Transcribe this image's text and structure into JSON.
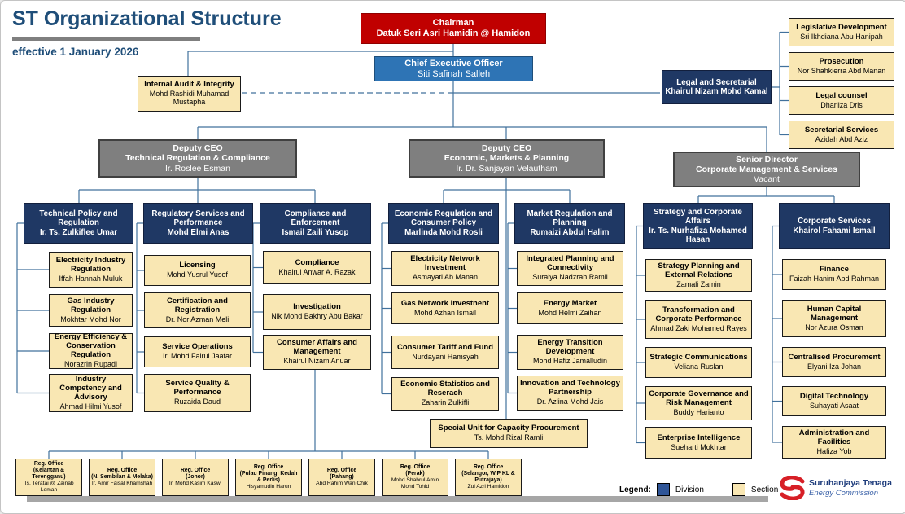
{
  "page": {
    "title": "ST Organizational Structure",
    "effective_date": "effective 1 January 2026"
  },
  "legend": {
    "label": "Legend:",
    "division": "Division",
    "section": "Section"
  },
  "logo": {
    "name": "Suruhanjaya Tenaga",
    "subtitle": "Energy Commission"
  },
  "colors": {
    "chairman_red": "#C00000",
    "ceo_blue": "#2E74B5",
    "division_navy": "#1F3864",
    "section_yellow": "#F9E7B3",
    "management_gray": "#7F7F7F",
    "connector_blue": "#41719C",
    "title_navy": "#1F4E79",
    "logo_red": "#D71F26"
  },
  "nodes": {
    "chairman": {
      "title": "Chairman",
      "name": "Datuk Seri Asri Hamidin @ Hamidon"
    },
    "ceo": {
      "title": "Chief Executive Officer",
      "name": "Siti Safinah Salleh"
    },
    "internal_audit": {
      "title": "Internal Audit & Integrity",
      "name": "Mohd Rashidi Muhamad Mustapha"
    },
    "legal": {
      "title": "Legal and Secretarial",
      "name": "Khairul Nizam Mohd Kamal"
    },
    "legal_sections": [
      {
        "title": "Legislative Development",
        "name": "Sri Ikhdiana Abu Hanipah"
      },
      {
        "title": "Prosecution",
        "name": "Nor Shahkierra Abd Manan"
      },
      {
        "title": "Legal counsel",
        "name": "Dharliza Dris"
      },
      {
        "title": "Secretarial Services",
        "name": "Azidah Abd Aziz"
      }
    ],
    "executives": [
      {
        "title": "Deputy CEO",
        "division": "Technical Regulation & Compliance",
        "name": "Ir. Roslee Esman"
      },
      {
        "title": "Deputy CEO",
        "division": "Economic, Markets & Planning",
        "name": "Ir. Dr. Sanjayan Velautham"
      },
      {
        "title": "Senior Director",
        "division": "Corporate Management & Services",
        "name": "Vacant"
      }
    ],
    "columns": [
      {
        "division": {
          "title": "Technical Policy and Regulation",
          "name": "Ir. Ts. Zulkiflee Umar"
        },
        "sections": [
          {
            "title": "Electricity Industry Regulation",
            "name": "Iffah Hannah Muluk"
          },
          {
            "title": "Gas Industry Regulation",
            "name": "Mokhtar Mohd Nor"
          },
          {
            "title": "Energy Efficiency & Conservation Regulation",
            "name": "Norazrin Rupadi"
          },
          {
            "title": "Industry Competency and Advisory",
            "name": "Ahmad Hilmi Yusof"
          }
        ]
      },
      {
        "division": {
          "title": "Regulatory Services and Performance",
          "name": "Mohd Elmi Anas"
        },
        "sections": [
          {
            "title": "Licensing",
            "name": "Mohd Yusrul Yusof"
          },
          {
            "title": "Certification and Registration",
            "name": "Dr. Nor Azman Meli"
          },
          {
            "title": "Service Operations",
            "name": "Ir. Mohd Fairul Jaafar"
          },
          {
            "title": "Service Quality & Performance",
            "name": "Ruzaida Daud"
          }
        ]
      },
      {
        "division": {
          "title": "Compliance and Enforcement",
          "name": "Ismail Zaili Yusop"
        },
        "sections": [
          {
            "title": "Compliance",
            "name": "Khairul Anwar A. Razak"
          },
          {
            "title": "Investigation",
            "name": "Nik Mohd Bakhry Abu Bakar"
          },
          {
            "title": "Consumer Affairs and Management",
            "name": "Khairul Nizam Anuar"
          }
        ]
      },
      {
        "division": {
          "title": "Economic Regulation and Consumer Policy",
          "name": "Marlinda Mohd Rosli"
        },
        "sections": [
          {
            "title": "Electricity Network Investment",
            "name": "Asmayati Ab Manan"
          },
          {
            "title": "Gas Network Investnent",
            "name": "Mohd Azhan Ismail"
          },
          {
            "title": "Consumer Tariff and Fund",
            "name": "Nurdayani Hamsyah"
          },
          {
            "title": "Economic Statistics and Reserach",
            "name": "Zaharin Zulkifli"
          }
        ]
      },
      {
        "division": {
          "title": "Market Regulation and Planning",
          "name": "Rumaizi Abdul Halim"
        },
        "sections": [
          {
            "title": "Integrated Planning and Connectivity",
            "name": "Suraiya Nadzrah Ramli"
          },
          {
            "title": "Energy Market",
            "name": "Mohd Helmi Zaihan"
          },
          {
            "title": "Energy Transition Development",
            "name": "Mohd Hafiz Jamalludin"
          },
          {
            "title": "Innovation and Technology Partnership",
            "name": "Dr. Azlina Mohd Jais"
          }
        ]
      },
      {
        "division": {
          "title": "Strategy and Corporate Affairs",
          "name": "Ir. Ts. Nurhafiza Mohamed Hasan"
        },
        "sections": [
          {
            "title": "Strategy Planning and External Relations",
            "name": "Zamali Zamin"
          },
          {
            "title": "Transformation and Corporate Performance",
            "name": "Ahmad Zaki Mohamed Rayes"
          },
          {
            "title": "Strategic Communications",
            "name": "Veliana Ruslan"
          },
          {
            "title": "Corporate Governance and Risk Management",
            "name": "Buddy Harianto"
          },
          {
            "title": "Enterprise Intelligence",
            "name": "Sueharti Mokhtar"
          }
        ]
      },
      {
        "division": {
          "title": "Corporate Services",
          "name": "Khairol Fahami Ismail"
        },
        "sections": [
          {
            "title": "Finance",
            "name": "Faizah Hanim Abd Rahman"
          },
          {
            "title": "Human Capital Management",
            "name": "Nor Azura Osman"
          },
          {
            "title": "Centralised Procurement",
            "name": "Elyani Iza Johan"
          },
          {
            "title": "Digital Technology",
            "name": "Suhayati Asaat"
          },
          {
            "title": "Administration and Facilities",
            "name": "Hafiza Yob"
          }
        ]
      }
    ],
    "special_unit": {
      "title": "Special Unit for Capacity Procurement",
      "name": "Ts. Mohd Rizal Ramli"
    },
    "regional_offices": [
      {
        "title": "Reg. Office",
        "region": "(Kelantan & Terengganu)",
        "name": "Ts. Teratai @ Zainab Leman"
      },
      {
        "title": "Reg. Office",
        "region": "(N. Sembilan & Melaka)",
        "name": "Ir. Amir Faisal Khamshah"
      },
      {
        "title": "Reg. Office",
        "region": "(Johor)",
        "name": "Ir. Mohd Kasim Kaswi"
      },
      {
        "title": "Reg. Office",
        "region": "(Pulau Pinang, Kedah & Perlis)",
        "name": "Hisyamudin Harun"
      },
      {
        "title": "Reg. Office",
        "region": "(Pahang)",
        "name": "Abd Rahim Wan Chik"
      },
      {
        "title": "Reg. Office",
        "region": "(Perak)",
        "name": "Mohd Shahrul Amin Mohd Tohid"
      },
      {
        "title": "Reg. Office",
        "region": "(Selangor, W.P KL & Putrajaya)",
        "name": "Zul Azri Hamidon"
      }
    ]
  }
}
